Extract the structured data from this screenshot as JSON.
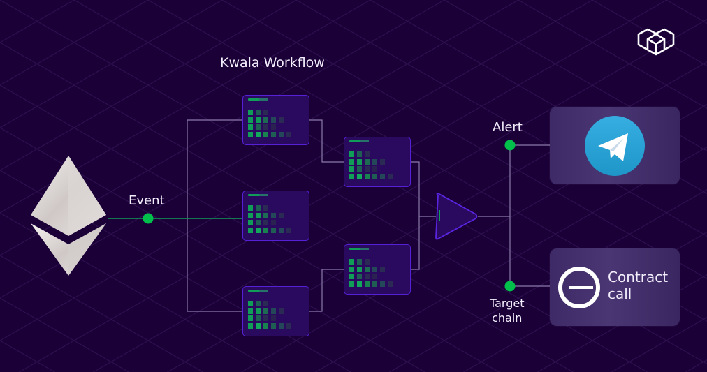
{
  "title": "Kwala Workflow",
  "source": {
    "name": "ethereum-logo",
    "event_label": "Event"
  },
  "outputs": {
    "alert": {
      "label": "Alert",
      "service": "telegram"
    },
    "target": {
      "label_line1": "Target",
      "label_line2": "chain",
      "text_line1": "Contract",
      "text_line2": "call",
      "icon": "contract-call-icon"
    }
  },
  "brand_icon": "kwala-logo-icon",
  "colors": {
    "background": "#1b0038",
    "node_border": "#5620d6",
    "node_fill": "#2a0a5e",
    "connector": "#8a7aa8",
    "active_connector": "#0f9d58",
    "status_dot": "#00c04b",
    "telegram_blue": "#2aa3e0"
  },
  "workflow_nodes": [
    "node-1",
    "node-2",
    "node-3",
    "node-4",
    "node-5"
  ],
  "aggregator": "merge-triangle"
}
